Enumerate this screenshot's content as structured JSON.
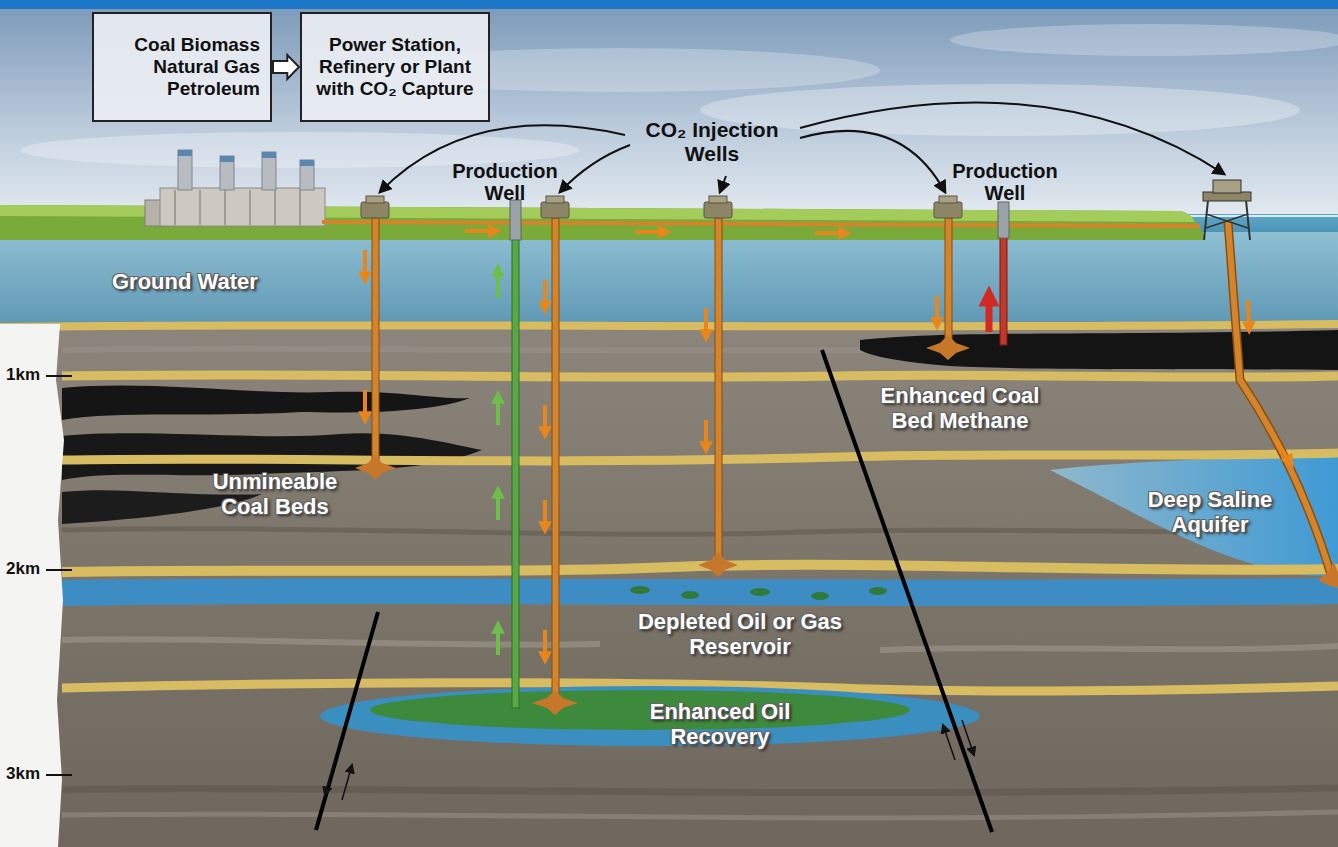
{
  "diagram": {
    "nodes": [
      {
        "text": [
          "Coal Biomass Natural Gas Petroleum"
        ]
      },
      {
        "text": [
          "Power Station, Refinery or Plant with CO₂ Capture"
        ]
      }
    ],
    "edges": [
      {
        "from": 0,
        "to": 1,
        "arrow": "to"
      }
    ],
    "labels": [
      "CO₂ Injection Wells",
      "Production Well",
      "Production Well",
      "Ground Water",
      "1km",
      "Enhanced Coal Bed Methane",
      "Unmineable Coal Beds",
      "Deep Saline Aquifer",
      "2km",
      "Depleted Oil or Gas Reservoir",
      "Enhanced Oil Recovery",
      "3km"
    ]
  }
}
